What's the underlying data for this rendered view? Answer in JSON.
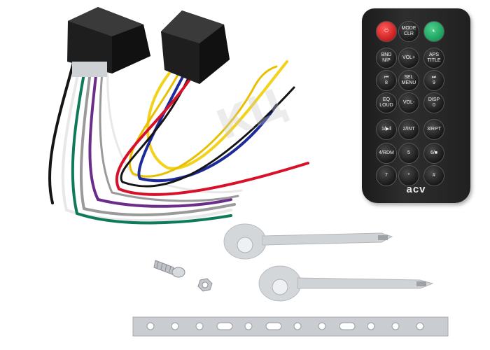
{
  "remote": {
    "brand": "acv",
    "buttons": [
      {
        "label": "",
        "kind": "power"
      },
      {
        "label": "MODE\nCLR",
        "kind": "normal"
      },
      {
        "label": "",
        "kind": "mute"
      },
      {
        "label": "BND\nN/P",
        "kind": "normal"
      },
      {
        "label": "VOL+",
        "kind": "normal"
      },
      {
        "label": "APS\nTITLE",
        "kind": "normal"
      },
      {
        "label": "⏮\n8",
        "kind": "normal"
      },
      {
        "label": "SEL\nMENU",
        "kind": "normal"
      },
      {
        "label": "⏭\n9",
        "kind": "normal"
      },
      {
        "label": "EQ\nLOUD",
        "kind": "normal"
      },
      {
        "label": "VOL-",
        "kind": "normal"
      },
      {
        "label": "DISP\n0",
        "kind": "normal"
      },
      {
        "label": "1/▶‖",
        "kind": "normal"
      },
      {
        "label": "2/INT",
        "kind": "normal"
      },
      {
        "label": "3/RPT",
        "kind": "normal"
      },
      {
        "label": "4/RDM",
        "kind": "normal"
      },
      {
        "label": "5",
        "kind": "normal"
      },
      {
        "label": "6/■",
        "kind": "normal"
      },
      {
        "label": "7",
        "kind": "normal"
      },
      {
        "label": "*",
        "kind": "normal"
      },
      {
        "label": "#",
        "kind": "normal"
      }
    ]
  },
  "watermark": "КЦ",
  "colors": {
    "connector": "#1e1e1e",
    "wire_yellow": "#f2d21a",
    "wire_red": "#d8102a",
    "wire_blue": "#1c2a9a",
    "wire_purple": "#6a2e8a",
    "wire_green": "#0e7a5a",
    "wire_white": "#e8e8e8",
    "wire_grey": "#9a9a9a",
    "wire_black": "#151515",
    "metal": "#c9ccd0"
  },
  "icons": [
    "power-icon",
    "mute-icon"
  ]
}
